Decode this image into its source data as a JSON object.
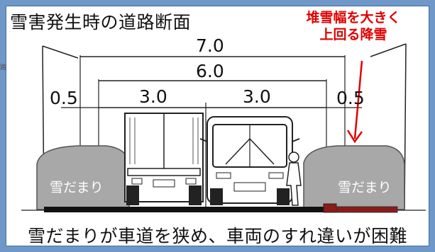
{
  "diagram": {
    "title": "雪害発生時の道路断面",
    "callout": {
      "line1": "堆雪幅を大きく",
      "line2": "上回る降雪"
    },
    "dimensions": {
      "total": "7.0",
      "roadway": "6.0",
      "lane_left": "3.0",
      "lane_right": "3.0",
      "shoulder_left": "0.5",
      "shoulder_right": "0.5"
    },
    "snow_left_label": "雪だまり",
    "snow_right_label": "雪だまり",
    "caption": "雪だまりが車道を狭め、車両のすれ違いが困難",
    "edge_fragment": "路",
    "colors": {
      "frame": "#6f98c8",
      "snow": "#a8a8a8",
      "callout": "#e00000",
      "road_marking": "#8b1a1a"
    }
  }
}
